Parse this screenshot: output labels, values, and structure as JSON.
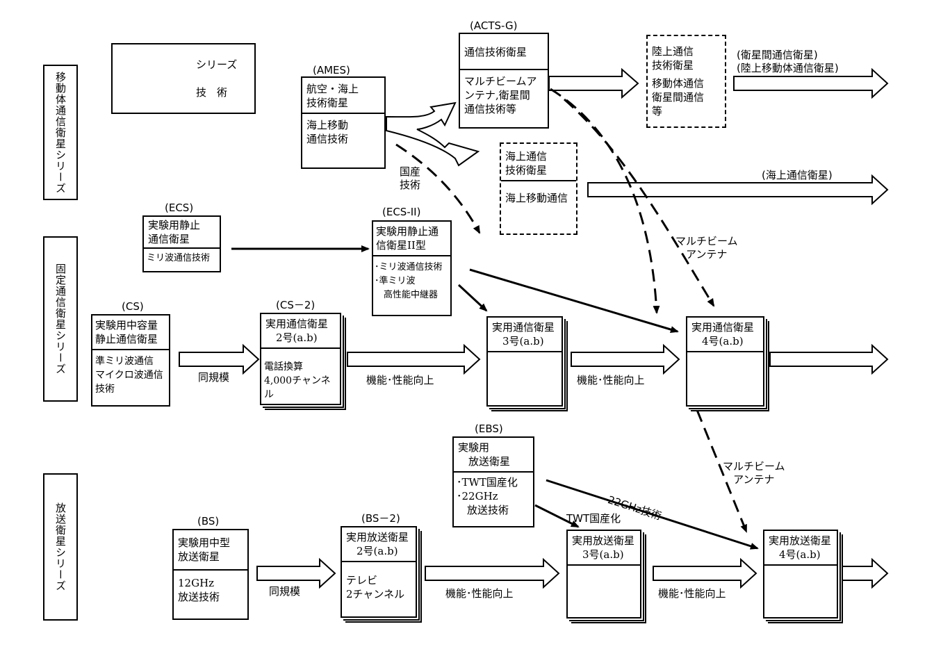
{
  "legend": {
    "series": "シリーズ",
    "tech": "技　術"
  },
  "categories": {
    "mobile": "移動体通信衛星シリーズ",
    "fixed": "固定通信衛星シリーズ",
    "broadcast": "放送衛星シリーズ"
  },
  "nodes": {
    "ames": {
      "label": "(AMES)",
      "top": "航空・海上\n技術衛星",
      "bottom": "海上移動\n通信技術"
    },
    "acts": {
      "label": "(ACTS-G)",
      "top": "通信技術衛星",
      "bottom": "マルチビームア\nンテナ,衛星間\n通信技術等"
    },
    "land": {
      "top": "陸上通信\n技術衛星",
      "bottom": "移動体通信\n衛星間通信\n等"
    },
    "sea": {
      "top": "海上通信\n技術衛星",
      "bottom": "海上移動通信"
    },
    "ecs": {
      "label": "(ECS)",
      "top": "実験用静止\n通信衛星",
      "bottom": "ミリ波通信技術"
    },
    "ecs2": {
      "label": "(ECS-II)",
      "top": "実験用静止通\n信衛星II型",
      "bottom": "･ミリ波通信技術\n･準ミリ波\n　高性能中継器"
    },
    "cs": {
      "label": "(CS)",
      "top": "実験用中容量\n静止通信衛星",
      "bottom": "準ミリ波通信\nマイクロ波通信\n技術"
    },
    "cs2": {
      "label": "(CS－2)",
      "top": "実用通信衛星\n　2号(a.b)",
      "bottom": "電話換算\n4,000チャンネル"
    },
    "cs3": {
      "top": "実用通信衛星\n　3号(a.b)",
      "bottom": ""
    },
    "cs4": {
      "top": "実用通信衛星\n　4号(a.b)",
      "bottom": ""
    },
    "ebs": {
      "label": "(EBS)",
      "top": "実験用\n　放送衛星",
      "bottom": "･TWT国産化\n･22GHz\n　放送技術"
    },
    "bs": {
      "label": "(BS)",
      "top": "実験用中型\n放送衛星",
      "bottom": "12GHz\n放送技術"
    },
    "bs2": {
      "label": "(BS－2)",
      "top": "実用放送衛星\n　2号(a.b)",
      "bottom": "テレビ\n2チャンネル"
    },
    "bs3": {
      "top": "実用放送衛星\n　3号(a.b)",
      "bottom": ""
    },
    "bs4": {
      "top": "実用放送衛星\n　4号(a.b)",
      "bottom": ""
    }
  },
  "edge_labels": {
    "inter_sat": "(衛星間通信衛星)\n(陸上移動体通信衛星)",
    "maritime": "(海上通信衛星)",
    "domestic_tech": "国産\n技術",
    "multibeam_1": "マルチビーム\nアンテナ",
    "multibeam_2": "マルチビーム\nアンテナ",
    "same_scale_cs": "同規模",
    "same_scale_bs": "同規模",
    "perf_cs2": "機能･性能向上",
    "perf_cs3": "機能･性能向上",
    "perf_bs2": "機能･性能向上",
    "perf_bs3": "機能･性能向上",
    "twt": "TWT国産化",
    "ghz22": "22GHz技術"
  }
}
